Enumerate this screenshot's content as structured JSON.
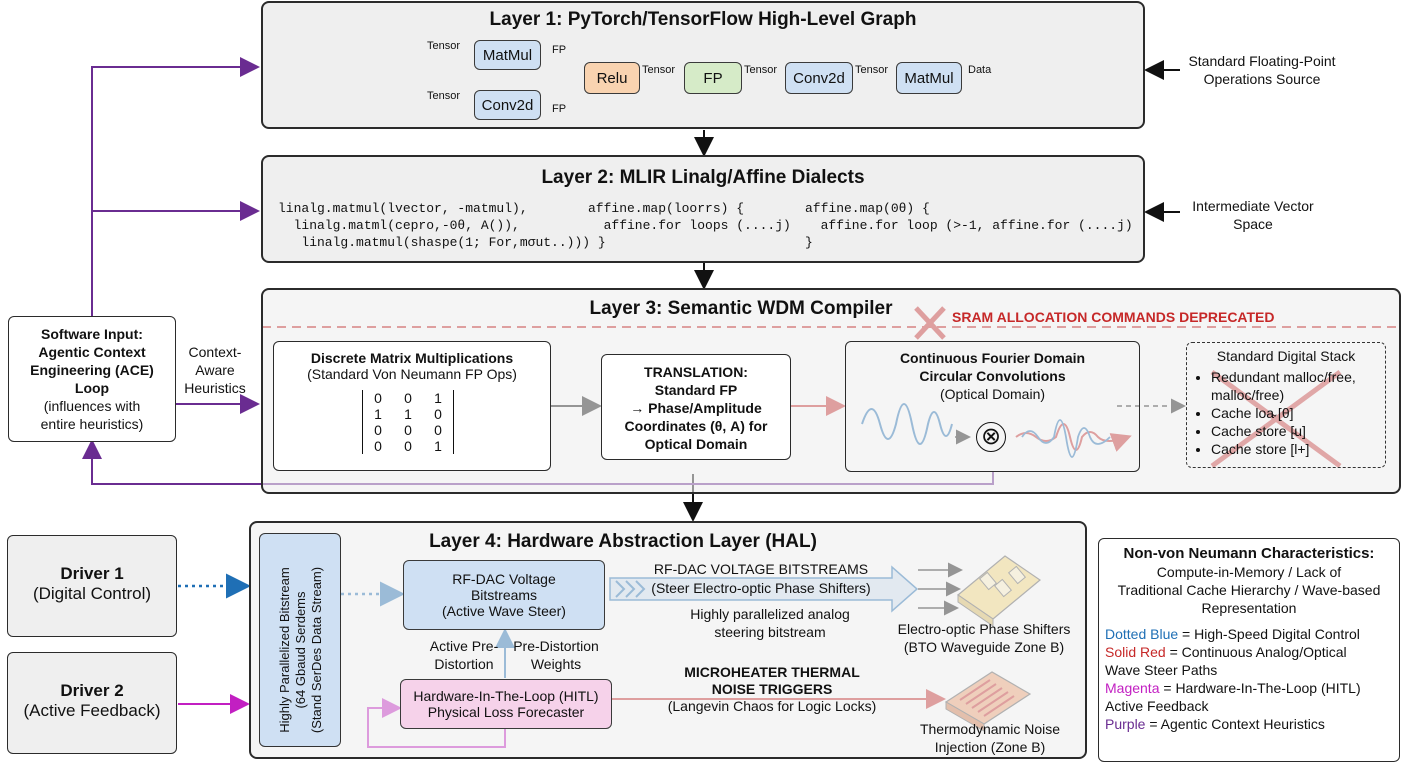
{
  "layer1": {
    "title": "Layer 1: PyTorch/TensorFlow High-Level Graph",
    "nodes": {
      "matmul1": "MatMul",
      "conv2d1": "Conv2d",
      "relu": "Relu",
      "fp": "FP",
      "conv2d2": "Conv2d",
      "matmul2": "MatMul"
    },
    "edge_labels": {
      "tensor_in1": "Tensor",
      "tensor_in2": "Tensor",
      "fp1": "FP",
      "fp2": "FP",
      "tensor_a": "Tensor",
      "tensor_b": "Tensor",
      "tensor_c": "Tensor",
      "data": "Data"
    },
    "side_note": "Standard Floating-Point\nOperations Source"
  },
  "layer2": {
    "title": "Layer 2: MLIR Linalg/Affine Dialects",
    "code_col1": "linalg.matmul(lvector, -matmul),\n  linalg.matml(cepro,-0θ, A()),\n   linalg.matmul(shaspe(1; For,mσut..))) }",
    "code_col2": "affine.map(loorrs) {\n  affine.for loops (....j)",
    "code_col3": "affine.map(0θ) {\n  affine.for loop (>-1, affine.for (....j)\n}",
    "side_note": "Intermediate Vector\nSpace"
  },
  "layer3": {
    "title": "Layer 3: Semantic WDM Compiler",
    "deprecated": "SRAM ALLOCATION COMMANDS DEPRECATED",
    "discrete": {
      "title": "Discrete Matrix Multiplications",
      "subtitle": "(Standard Von Neumann FP Ops)",
      "matrix": [
        [
          "0",
          "0",
          "1"
        ],
        [
          "1",
          "1",
          "0"
        ],
        [
          "0",
          "0",
          "0"
        ],
        [
          "0",
          "0",
          "1"
        ]
      ]
    },
    "translation": {
      "line1": "TRANSLATION:",
      "line2": "Standard FP",
      "line3": "→ Phase/Amplitude",
      "line4": "Coordinates (θ, A) for",
      "line5": "Optical Domain"
    },
    "fourier": {
      "line1": "Continuous Fourier Domain",
      "line2": "Circular Convolutions",
      "line3": "(Optical Domain)",
      "op": "⊗"
    },
    "digital_stack": {
      "title": "Standard Digital Stack",
      "items": [
        "Redundant malloc/free, malloc/free)",
        "Cache loa̴ [θ]",
        "Cache store [̴u]",
        "Cache store [l+]"
      ]
    }
  },
  "software_input": {
    "line1": "Software Input:",
    "line2": "Agentic Context",
    "line3": "Engineering (ACE)",
    "line4": "Loop",
    "line5": "(influences with",
    "line6": "entire heuristics)",
    "heuristics_label": "Context-\nAware\nHeuristics"
  },
  "layer4": {
    "title": "Layer 4: Hardware Abstraction Layer (HAL)",
    "bitstream": "Highly Parallelized Bitstream\n(64 Gbaud Serdems\n(Stand SerDes Data Stream)",
    "rfdac": {
      "line1": "RF-DAC Voltage",
      "line2": "Bitstreams",
      "line3": "(Active Wave Steer)"
    },
    "rf_arrow": {
      "line1": "RF-DAC VOLTAGE BITSTREAMS",
      "line2": "(Steer Electro-optic Phase Shifters)"
    },
    "analog_note": "Highly parallelized analog\nsteering bitstream",
    "phase_shifters": "Electro-optic Phase Shifters\n(BTO Waveguide Zone B)",
    "predist_left": "Active Pre-\nDistortion",
    "predist_right": "Pre-Distortion\nWeights",
    "hitl": {
      "line1": "Hardware-In-The-Loop (HITL)",
      "line2": "Physical Loss Forecaster"
    },
    "microheater": {
      "line1": "MICROHEATER THERMAL",
      "line2": "NOISE TRIGGERS",
      "line3": "(Langevin Chaos for Logic Locks)"
    },
    "thermo": "Thermodynamic Noise\nInjection (Zone B)"
  },
  "drivers": [
    {
      "title": "Driver 1",
      "subtitle": "(Digital Control)"
    },
    {
      "title": "Driver 2",
      "subtitle": "(Active Feedback)"
    }
  ],
  "legend": {
    "title": "Non-von Neumann Characteristics:",
    "desc": "Compute-in-Memory / Lack of\nTraditional Cache Hierarchy / Wave-based\nRepresentation",
    "entries": [
      {
        "key": "Dotted Blue",
        "text": " = High-Speed Digital Control",
        "color": "#1f6fb5"
      },
      {
        "key": "Solid Red",
        "text": " = Continuous Analog/Optical\nWave Steer Paths",
        "color": "#c62828"
      },
      {
        "key": "Magenta",
        "text": " = Hardware-In-The-Loop (HITL)\nActive Feedback",
        "color": "#c21fc2"
      },
      {
        "key": "Purple",
        "text": " = Agentic Context Heuristics",
        "color": "#6a2c91"
      }
    ]
  },
  "colors": {
    "blue": "#1f6fb5",
    "red": "#c62828",
    "magenta": "#c21fc2",
    "purple": "#6a2c91",
    "node_blue": "#cfe0f3",
    "node_orange": "#f9d3b0",
    "node_green": "#d6ebc8",
    "node_pink": "#f6d2ea",
    "node_yellow": "#f7d97a"
  }
}
